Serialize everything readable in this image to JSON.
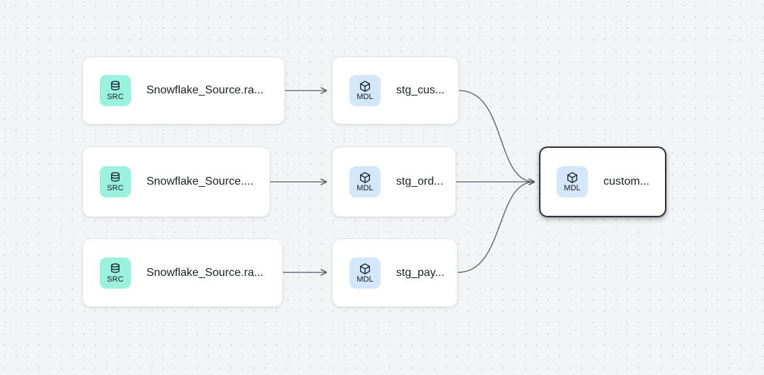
{
  "canvas": {
    "background_color": "#f3f4f6",
    "dot_color": "#d6d8dc",
    "edge_color": "#565a60"
  },
  "palette": {
    "source_icon_bg": "#9bf2dc",
    "model_icon_bg": "#d4e6fa",
    "node_bg": "#ffffff",
    "node_border": "#e2e4e8",
    "selected_border": "#2f3338",
    "label_color": "#1c2127"
  },
  "nodes": {
    "source_raw_1": {
      "label": "Snowflake_Source.ra...",
      "badge": "SRC",
      "icon": "database-icon"
    },
    "source_raw_2": {
      "label": "Snowflake_Source....",
      "badge": "SRC",
      "icon": "database-icon"
    },
    "source_raw_3": {
      "label": "Snowflake_Source.ra...",
      "badge": "SRC",
      "icon": "database-icon"
    },
    "stg_customers": {
      "label": "stg_cus...",
      "badge": "MDL",
      "icon": "cube-icon"
    },
    "stg_orders": {
      "label": "stg_ord...",
      "badge": "MDL",
      "icon": "cube-icon"
    },
    "stg_payments": {
      "label": "stg_pay...",
      "badge": "MDL",
      "icon": "cube-icon"
    },
    "customers": {
      "label": "custom...",
      "badge": "MDL",
      "icon": "cube-icon",
      "selected": true
    }
  }
}
